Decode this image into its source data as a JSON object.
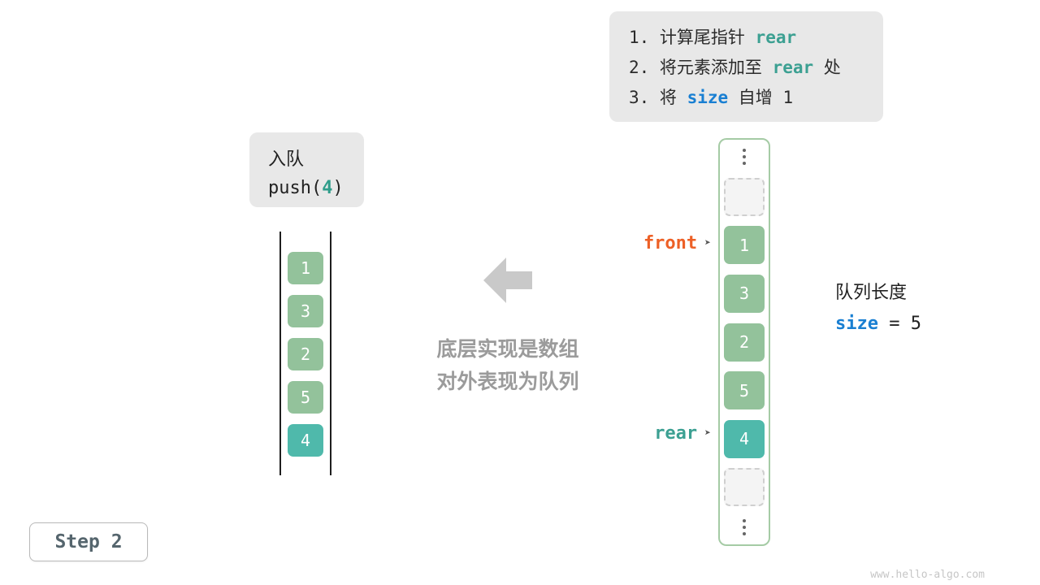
{
  "instructions": {
    "lines": [
      {
        "pre": "1. 计算尾指针 ",
        "keyword": "rear",
        "post": ""
      },
      {
        "pre": "2. 将元素添加至 ",
        "keyword": "rear",
        "post": " 处"
      },
      {
        "pre": "3. 将 ",
        "keyword": "size",
        "post": " 自增 1"
      }
    ]
  },
  "operation": {
    "title": "入队",
    "code_pre": "push(",
    "arg": "4",
    "code_post": ")"
  },
  "abstract_queue": {
    "items": [
      {
        "value": "1",
        "color": "green"
      },
      {
        "value": "3",
        "color": "green"
      },
      {
        "value": "2",
        "color": "green"
      },
      {
        "value": "5",
        "color": "green"
      },
      {
        "value": "4",
        "color": "teal"
      }
    ]
  },
  "caption": {
    "line1": "底层实现是数组",
    "line2": "对外表现为队列"
  },
  "array_view": {
    "cells": [
      {
        "kind": "ellipsis"
      },
      {
        "kind": "empty"
      },
      {
        "kind": "filled",
        "color": "green",
        "value": "1"
      },
      {
        "kind": "filled",
        "color": "green",
        "value": "3"
      },
      {
        "kind": "filled",
        "color": "green",
        "value": "2"
      },
      {
        "kind": "filled",
        "color": "green",
        "value": "5"
      },
      {
        "kind": "filled",
        "color": "teal",
        "value": "4"
      },
      {
        "kind": "empty"
      },
      {
        "kind": "ellipsis"
      }
    ],
    "front_label": "front",
    "rear_label": "rear",
    "pointer_glyph": "➤"
  },
  "queue_length": {
    "label": "队列长度",
    "variable": "size",
    "value_text": " = 5"
  },
  "step": {
    "label": "Step 2"
  },
  "watermark": "www.hello-algo.com",
  "colors": {
    "cell_green": "#93c29b",
    "cell_teal": "#4fb9ab",
    "front_orange": "#ed6026",
    "rear_teal": "#3ca092",
    "size_blue": "#197fd2",
    "panel_gray": "#e8e8e8",
    "arrow_gray": "#c9c9c9"
  }
}
